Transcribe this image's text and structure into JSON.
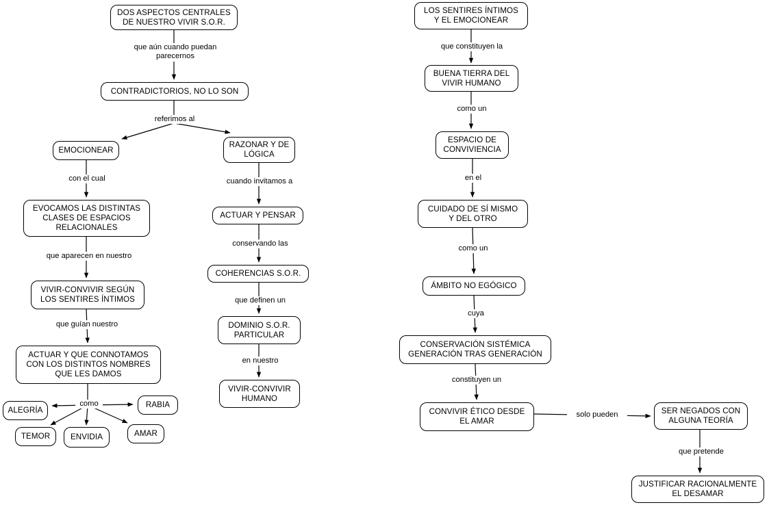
{
  "diagram": {
    "title": "Concept map: DOS ASPECTOS CENTRALES DE NUESTRO VIVIR S.O.R.",
    "language": "es",
    "background_color": "#ffffff",
    "node_border_color": "#000000",
    "edge_color": "#000000",
    "text_color": "#000000"
  },
  "nodes": {
    "dos_aspectos": "DOS ASPECTOS CENTRALES\nDE NUESTRO VIVIR S.O.R.",
    "contradictorios": "CONTRADICTORIOS, NO LO SON",
    "emocionear": "EMOCIONEAR",
    "razonar": "RAZONAR Y DE\nLÓGICA",
    "evocamos": "EVOCAMOS LAS DISTINTAS\nCLASES DE ESPACIOS\nRELACIONALES",
    "vivir_convivir_segun": "VIVIR-CONVIVIR SEGÚN\nLOS SENTIRES ÍNTIMOS",
    "actuar_connotamos": "ACTUAR Y QUE CONNOTAMOS\nCON LOS DISTINTOS NOMBRES\nQUE LES DAMOS",
    "alegria": "ALEGRÍA",
    "temor": "TEMOR",
    "envidia": "ENVIDIA",
    "amar": "AMAR",
    "rabia": "RABIA",
    "actuar_pensar": "ACTUAR Y PENSAR",
    "coherencias": "COHERENCIAS S.O.R.",
    "dominio": "DOMINIO S.O.R.\nPARTICULAR",
    "vivir_convivir_humano": "VIVIR-CONVIVIR\nHUMANO",
    "sentires_intimos": "LOS SENTIRES ÍNTIMOS\nY EL EMOCIONEAR",
    "buena_tierra": "BUENA TIERRA DEL\nVIVIR HUMANO",
    "espacio_convivencia": "ESPACIO DE\nCONVIVIENCIA",
    "cuidado": "CUIDADO DE SÍ MISMO\nY DEL OTRO",
    "ambito": "ÁMBITO NO EGÓGICO",
    "conservacion": "CONSERVACIÓN SISTÉMICA\nGENERACIÓN TRAS GENERACIÓN",
    "convivir_etico": "CONVIVIR ÉTICO DESDE\nEL AMAR",
    "ser_negados": "SER NEGADOS CON\nALGUNA TEORÍA",
    "justificar": "JUSTIFICAR RACIONALMENTE\nEL DESAMAR"
  },
  "edge_labels": {
    "que_aun_cuando": "que aún cuando puedan\nparecernos",
    "referimos_al": "referimos al",
    "con_el_cual": "con el cual",
    "cuando_invitamos": "cuando invitamos a",
    "que_aparecen": "que aparecen en nuestro",
    "que_guian": "que guían nuestro",
    "como": "como",
    "conservando_las": "conservando las",
    "que_definen_un": "que definen un",
    "en_nuestro": "en nuestro",
    "que_constituyen_la": "que constituyen la",
    "como_un_1": "como un",
    "en_el": "en el",
    "como_un_2": "como un",
    "cuya": "cuya",
    "constituyen_un": "constituyen un",
    "solo_pueden": "solo pueden",
    "que_pretende": "que pretende"
  }
}
